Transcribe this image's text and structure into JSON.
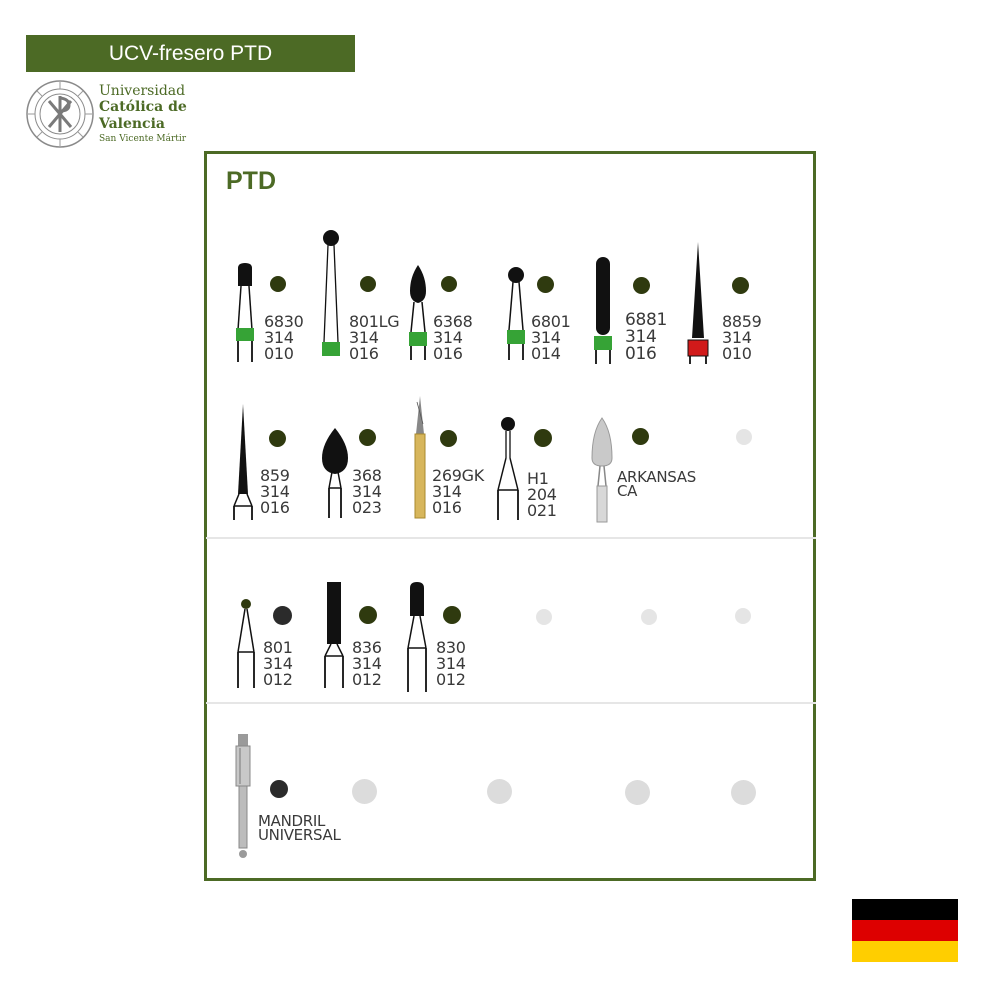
{
  "header": {
    "title": "UCV-fresero PTD"
  },
  "logo": {
    "lines": [
      "Universidad",
      "Católica de",
      "Valencia",
      "San Vicente Mártir"
    ],
    "color": "#4c6a25"
  },
  "panel": {
    "title": "PTD",
    "border_color": "#4c6a25"
  },
  "colors": {
    "accent": "#4c6a25",
    "dot_dark_green": "#2f3a0f",
    "dot_black": "#2b2b2b",
    "dot_empty": "#e5e5e5",
    "band_green": "#36a336",
    "band_red": "#d11a1a",
    "gold": "#d7b65c"
  },
  "rows": [
    {
      "tools": [
        {
          "code": [
            "6830",
            "314",
            "010"
          ]
        },
        {
          "code": [
            "801LG",
            "314",
            "016"
          ]
        },
        {
          "code": [
            "6368",
            "314",
            "016"
          ]
        },
        {
          "code": [
            "6801",
            "314",
            "014"
          ]
        },
        {
          "code": [
            "6881",
            "314",
            "016"
          ]
        },
        {
          "code": [
            "8859",
            "314",
            "010"
          ]
        }
      ]
    },
    {
      "tools": [
        {
          "code": [
            "859",
            "314",
            "016"
          ]
        },
        {
          "code": [
            "368",
            "314",
            "023"
          ]
        },
        {
          "code": [
            "269GK",
            "314",
            "016"
          ]
        },
        {
          "code": [
            "H1",
            "204",
            "021"
          ]
        },
        {
          "code": [
            "ARKANSAS",
            "CA"
          ]
        }
      ]
    },
    {
      "tools": [
        {
          "code": [
            "801",
            "314",
            "012"
          ]
        },
        {
          "code": [
            "836",
            "314",
            "012"
          ]
        },
        {
          "code": [
            "830",
            "314",
            "012"
          ]
        }
      ]
    },
    {
      "tools": [
        {
          "code": [
            "MANDRIL",
            "UNIVERSAL"
          ]
        }
      ]
    }
  ],
  "flag": {
    "country": "Germany",
    "colors": [
      "#000000",
      "#dd0000",
      "#ffce00"
    ]
  }
}
